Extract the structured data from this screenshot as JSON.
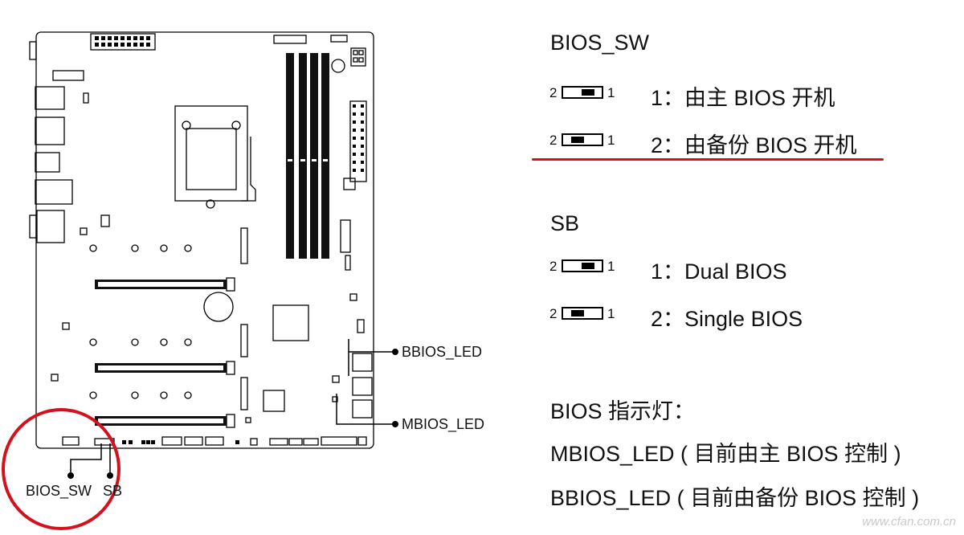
{
  "board_labels": {
    "bbios_led": "BBIOS_LED",
    "mbios_led": "MBIOS_LED",
    "bios_sw": "BIOS_SW",
    "sb": "SB"
  },
  "bios_sw_section": {
    "title": "BIOS_SW",
    "options": [
      {
        "pin_left": "2",
        "pin_right": "1",
        "text": "1：由主 BIOS 开机"
      },
      {
        "pin_left": "2",
        "pin_right": "1",
        "text": "2：由备份 BIOS 开机"
      }
    ]
  },
  "sb_section": {
    "title": "SB",
    "options": [
      {
        "pin_left": "2",
        "pin_right": "1",
        "text": "1：Dual BIOS"
      },
      {
        "pin_left": "2",
        "pin_right": "1",
        "text": "2：Single BIOS"
      }
    ]
  },
  "led_section": {
    "title": "BIOS 指示灯：",
    "lines": [
      "MBIOS_LED ( 目前由主 BIOS 控制 )",
      "BBIOS_LED ( 目前由备份 BIOS 控制 )"
    ]
  },
  "watermark": "www.cfan.com.cn",
  "colors": {
    "accent_red": "#d4121e",
    "ink": "#111111"
  }
}
